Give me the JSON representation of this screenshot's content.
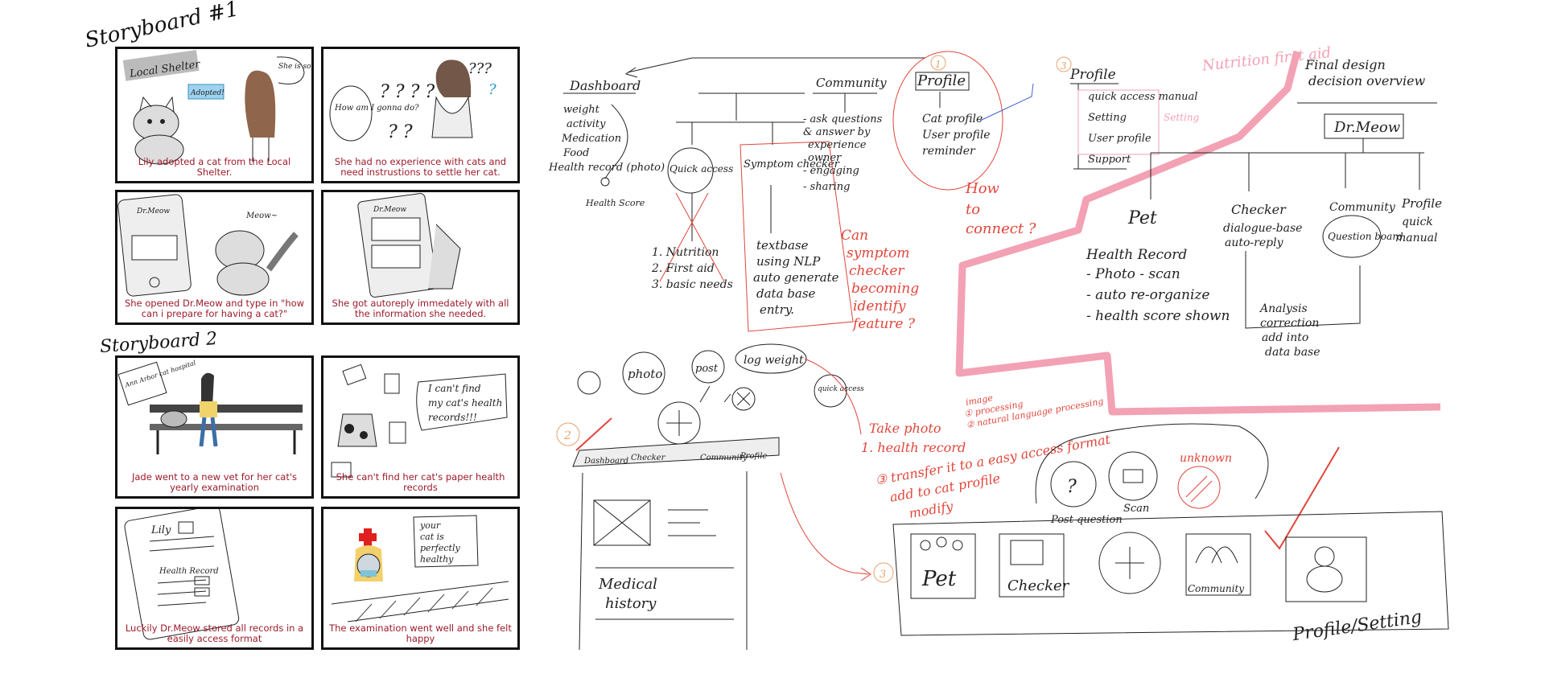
{
  "storyboard1": {
    "title": "Storyboard #1",
    "panels": [
      {
        "caption": "Lily adopted a cat from the Local Shelter.",
        "sign": "Local Shelter",
        "tag": "Adopted!",
        "speech": "She is so cute!"
      },
      {
        "caption": "She had no experience with cats and need instrustions to settle her cat.",
        "thought": "How am I gonna do?"
      },
      {
        "caption": "She opened Dr.Meow and type in \"how can i prepare for having a cat?\"",
        "sound": "Meow~",
        "phone_app": "Dr.Meow"
      },
      {
        "caption": "She got autoreply immedately with all the information she needed.",
        "phone_app": "Dr.Meow"
      }
    ]
  },
  "storyboard2": {
    "title": "Storyboard 2",
    "panels": [
      {
        "caption": "Jade went to a new vet for her cat's yearly examination",
        "sign": "Ann Arbor cat hospital"
      },
      {
        "caption": "She can't find her cat's paper health records",
        "speech": "I can't find my cat's health records!!!"
      },
      {
        "caption": "Luckily Dr.Meow stored all records in a easily access format",
        "screen_name": "Lily",
        "screen_heading": "Health Record"
      },
      {
        "caption": "The examination went well and she felt happy",
        "speech": "your cat is perfectly healthy"
      }
    ]
  },
  "sketch": {
    "dashboard": "Dashboard",
    "dashboard_items": [
      "weight",
      "activity",
      "Medication",
      "Food",
      "Health record (photo)"
    ],
    "health_score": "Health Score",
    "community": "Community",
    "community_items": [
      "- ask questions",
      "& answer by",
      "experience",
      "owner",
      "- engaging",
      "- sharing"
    ],
    "quick_access": "Quick access",
    "quick_items": [
      "1. Nutrition",
      "2. First aid",
      "3. basic needs"
    ],
    "symptom_checker": "Symptom checker",
    "symptom_items": [
      "textbase",
      "using NLP",
      "auto generate",
      "data base",
      "entry."
    ],
    "can_symptom": [
      "Can",
      "symptom",
      "checker",
      "becoming",
      "identify",
      "feature ?"
    ],
    "profile_num": "1",
    "profile": "Profile",
    "profile_items": [
      "Cat profile",
      "User profile",
      "reminder"
    ],
    "how_to_connect": [
      "How",
      "to",
      "connect ?"
    ],
    "profile2_num": "3",
    "profile2": "Profile",
    "profile2_items": [
      "quick access manual",
      "Setting",
      "User profile",
      "Support"
    ],
    "nutrition_first_aid": "Nutrition first aid",
    "setting_note": "Setting",
    "final_design": [
      "Final design",
      "decision overview"
    ],
    "drmeow": "Dr.Meow",
    "pet": "Pet",
    "pet_items": [
      "Health Record",
      "- Photo - scan",
      "- auto re-organize",
      "- health score shown"
    ],
    "checker": "Checker",
    "checker_items": [
      "dialogue-base",
      "auto-reply"
    ],
    "community2": "Community",
    "question_board": "Question board",
    "profile3": "Profile",
    "profile3_items": [
      "quick",
      "manual"
    ],
    "analysis": [
      "Analysis",
      "correction",
      "add into",
      "data base"
    ],
    "bubbles": [
      "photo",
      "post",
      "log weight",
      "quick access"
    ],
    "num2": "2",
    "nav_labels": [
      "Dashboard",
      "Checker",
      "Community",
      "Profile"
    ],
    "medical_history": [
      "Medical",
      "history"
    ],
    "take_photo": [
      "Take photo",
      "1. health record"
    ],
    "photo_process": [
      "image",
      "① processing",
      "② natural language processing"
    ],
    "transfer": [
      "③ transfer it to a easy access format",
      "add to cat profile",
      "modify"
    ],
    "num3": "3",
    "post_question": "Post question",
    "scan": "Scan",
    "unknown": "unknown",
    "final_nav": [
      "Pet",
      "Checker",
      "+",
      "Community",
      "Profile/Setting"
    ]
  }
}
